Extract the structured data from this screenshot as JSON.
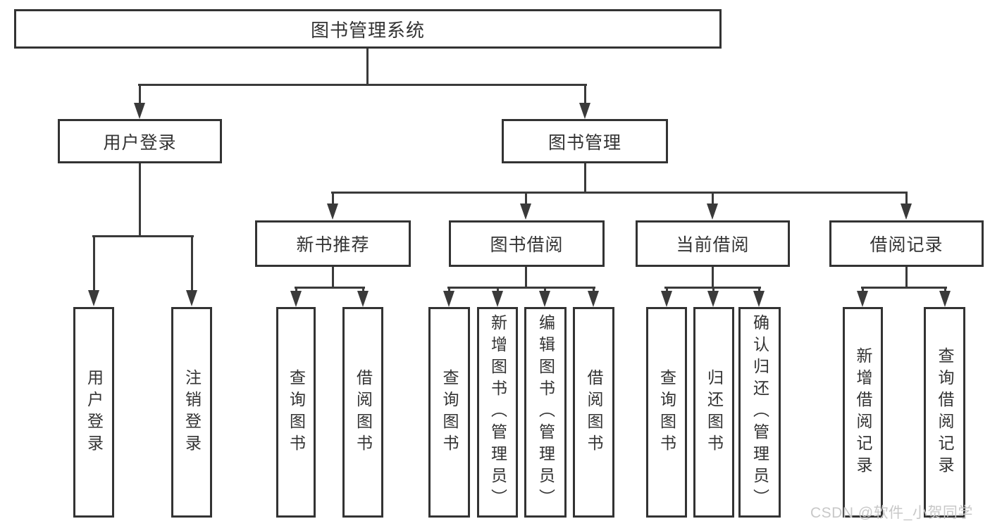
{
  "tree": {
    "root": {
      "label": "图书管理系统"
    },
    "level2": [
      {
        "label": "用户登录",
        "children": [
          {
            "label": "用户登录"
          },
          {
            "label": "注销登录"
          }
        ]
      },
      {
        "label": "图书管理",
        "children": [
          {
            "label": "新书推荐",
            "children": [
              {
                "label": "查询图书"
              },
              {
                "label": "借阅图书"
              }
            ]
          },
          {
            "label": "图书借阅",
            "children": [
              {
                "label": "查询图书"
              },
              {
                "label": "新增图书（管理员）"
              },
              {
                "label": "编辑图书（管理员）"
              },
              {
                "label": "借阅图书"
              }
            ]
          },
          {
            "label": "当前借阅",
            "children": [
              {
                "label": "查询图书"
              },
              {
                "label": "归还图书"
              },
              {
                "label": "确认归还（管理员）"
              }
            ]
          },
          {
            "label": "借阅记录",
            "children": [
              {
                "label": "新增借阅记录"
              },
              {
                "label": "查询借阅记录"
              }
            ]
          }
        ]
      }
    ]
  },
  "watermark": {
    "text": "CSDN @软件_小贺同学"
  },
  "colors": {
    "line": "#3a3a3a",
    "box_border": "#333333",
    "box_fill": "#ffffff",
    "text": "#333333",
    "watermark": "#c8c8c8",
    "background": "#ffffff"
  }
}
